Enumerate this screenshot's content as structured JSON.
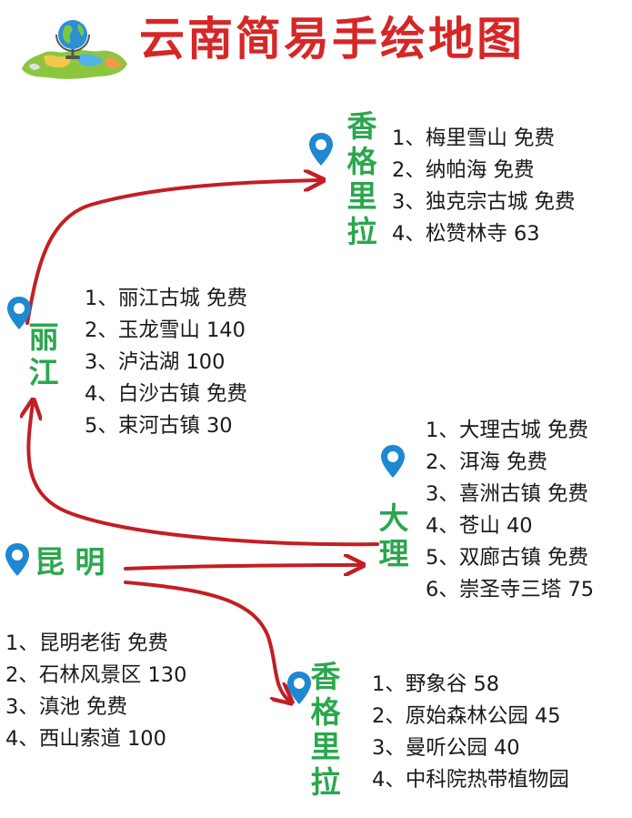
{
  "title": "云南简易手绘地图",
  "colors": {
    "title": "#d62727",
    "city": "#2aa74d",
    "route": "#c21f23",
    "pin": "#1e88d1",
    "text": "#1a1a1a"
  },
  "cities": {
    "kunming": {
      "name": "昆 明",
      "spots": [
        "1、昆明老街 免费",
        "2、石林风景区 130",
        "3、滇池 免费",
        "4、西山索道 100"
      ]
    },
    "lijiang": {
      "name": "丽江",
      "spots": [
        "1、丽江古城 免费",
        "2、玉龙雪山 140",
        "3、泸沽湖 100",
        "4、白沙古镇 免费",
        "5、束河古镇 30"
      ]
    },
    "dali": {
      "name": "大理",
      "spots": [
        "1、大理古城 免费",
        "2、洱海 免费",
        "3、喜洲古镇 免费",
        "4、苍山 40",
        "5、双廊古镇 免费",
        "6、崇圣寺三塔 75"
      ]
    },
    "shangrila": {
      "name": "香格里拉",
      "spots": [
        "1、梅里雪山 免费",
        "2、纳帕海 免费",
        "3、独克宗古城 免费",
        "4、松赞林寺 63"
      ]
    },
    "xishuangbanna": {
      "name": "香格里拉",
      "spots": [
        "1、野象谷 58",
        "2、原始森林公园 45",
        "3、曼听公园 40",
        "4、中科院热带植物园 "
      ]
    }
  },
  "icons": {
    "logo": "globe-map-logo",
    "pin": "map-pin-icon",
    "route": "route-arrow"
  }
}
